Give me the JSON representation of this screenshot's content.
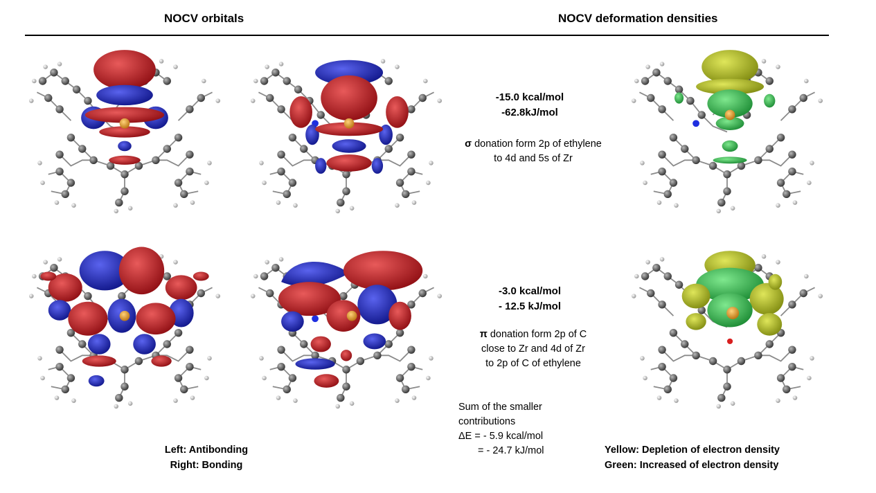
{
  "headers": {
    "left": "NOCV orbitals",
    "right": "NOCV deformation densities"
  },
  "row1": {
    "energy_kcal": "-15.0 kcal/mol",
    "energy_kj": "-62.8kJ/mol",
    "symbol": "σ",
    "desc_line1": " donation form 2p of ethylene",
    "desc_line2": "to 4d and 5s of Zr"
  },
  "row2": {
    "energy_kcal": "-3.0 kcal/mol",
    "energy_kj": "- 12.5 kJ/mol",
    "symbol": "π",
    "desc_line1": " donation form 2p of C",
    "desc_line2": "close to Zr and 4d of Zr",
    "desc_line3": "to 2p of C of ethylene"
  },
  "sum": {
    "line1": "Sum of the smaller",
    "line2": "contributions",
    "line3": "ΔE = - 5.9 kcal/mol",
    "line4": "= - 24.7 kJ/mol"
  },
  "legend_left": {
    "line1": "Left: Antibonding",
    "line2": "Right: Bonding"
  },
  "legend_right": {
    "line1": "Yellow: Depletion of electron density",
    "line2": "Green: Increased of electron density"
  },
  "colors": {
    "lobe_red": "#c0181e",
    "lobe_blue": "#1c23b8",
    "lobe_yellow": "#b4c21e",
    "lobe_green": "#2fbf4a",
    "atom_carbon": "#555555",
    "atom_hydrogen": "#e6e6e6",
    "atom_nitrogen": "#1f2fe0",
    "atom_zr": "#e8a21a",
    "atom_oxygen": "#d81f1f"
  }
}
